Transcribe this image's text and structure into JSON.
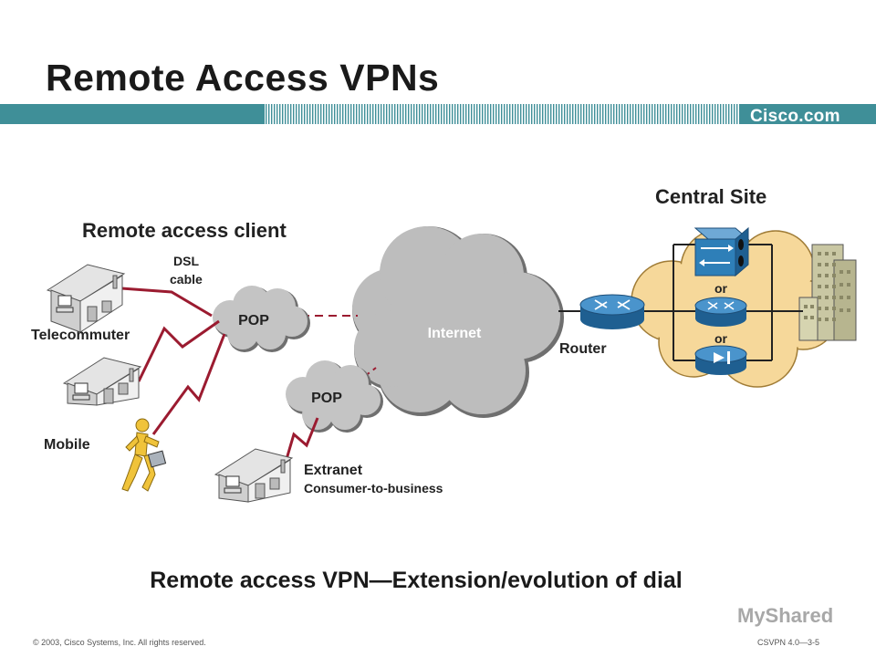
{
  "slide": {
    "title": "Remote Access VPNs",
    "brand": "Cisco.com",
    "subtitle": "Remote access VPN—Extension/evolution of dial",
    "footer_left": "© 2003, Cisco Systems, Inc. All rights reserved.",
    "footer_right": "CSVPN 4.0—3-5",
    "watermark": "MyShared"
  },
  "diagram": {
    "central_site_label": "Central Site",
    "remote_client_label": "Remote access client",
    "dsl_label": "DSL",
    "cable_label": "cable",
    "telecommuter_label": "Telecommuter",
    "mobile_label": "Mobile",
    "pop1_label": "POP",
    "pop2_label": "POP",
    "internet_label": "Internet",
    "router_label": "Router",
    "or1_label": "or",
    "or2_label": "or",
    "extranet_label": "Extranet",
    "consumer_label": "Consumer-to-business"
  },
  "colors": {
    "band": "#3f8f98",
    "link": "#9b1b30",
    "cloud_internet": "#bdbdbd",
    "cloud_pop": "#c4c4c4",
    "site_cloud": "#f6d89a",
    "device_blue": "#2e7fb8",
    "building": "#c9c7a3"
  }
}
